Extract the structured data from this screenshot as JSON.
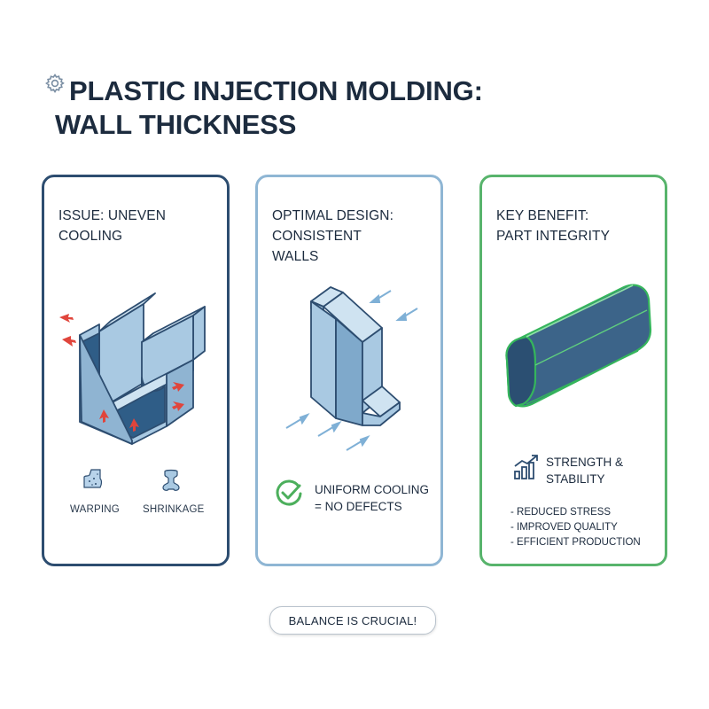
{
  "title": {
    "line1": "PLASTIC INJECTION MOLDING:",
    "line2": "WALL THICKNESS"
  },
  "cards": [
    {
      "heading_line1": "ISSUE: UNEVEN",
      "heading_line2": "COOLING",
      "border_color": "#2d4d70",
      "icons": [
        {
          "label": "WARPING",
          "icon": "warping-icon"
        },
        {
          "label": "SHRINKAGE",
          "icon": "shrinkage-icon"
        }
      ]
    },
    {
      "heading_line1": "OPTIMAL DESIGN:",
      "heading_line2": "CONSISTENT",
      "heading_line3": "WALLS",
      "border_color": "#8fb6d4",
      "result_line1": "UNIFORM COOLING",
      "result_line2": "= NO DEFECTS",
      "result_icon": "check-circle-icon"
    },
    {
      "heading_line1": "KEY BENEFIT:",
      "heading_line2": "PART INTEGRITY",
      "border_color": "#58b46c",
      "benefit_line1": "STRENGTH &",
      "benefit_line2": "STABILITY",
      "benefit_icon": "growth-chart-icon",
      "bullets": [
        "- REDUCED STRESS",
        "- IMPROVED QUALITY",
        "- EFFICIENT PRODUCTION"
      ]
    }
  ],
  "footer": {
    "label": "BALANCE IS CRUCIAL!"
  },
  "colors": {
    "navy": "#2d4d70",
    "light_blue": "#8fb6d4",
    "green": "#58b46c",
    "heat_red": "#e0453c",
    "flow_blue": "#7fb0d6"
  }
}
